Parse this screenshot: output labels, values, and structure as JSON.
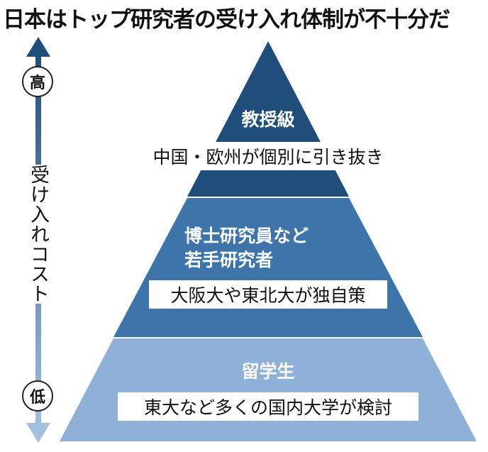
{
  "title": "日本はトップ研究者の受け入れ体制が不十分だ",
  "axis": {
    "label": "受け入れコスト",
    "high_label": "高",
    "low_label": "低"
  },
  "tiers": [
    {
      "heading": "教授級",
      "note": "中国・欧州が個別に引き抜き",
      "color": "#1f4e7a"
    },
    {
      "heading_line1": "博士研究員など",
      "heading_line2": "若手研究者",
      "note": "大阪大や東北大が独自策",
      "color": "#3d74aa"
    },
    {
      "heading": "留学生",
      "note": "東大など多くの国内大学が検討",
      "color": "#8fb0d7"
    }
  ],
  "colors": {
    "axis_top": "#1f4e7a",
    "axis_bottom": "#a3bfdf"
  }
}
